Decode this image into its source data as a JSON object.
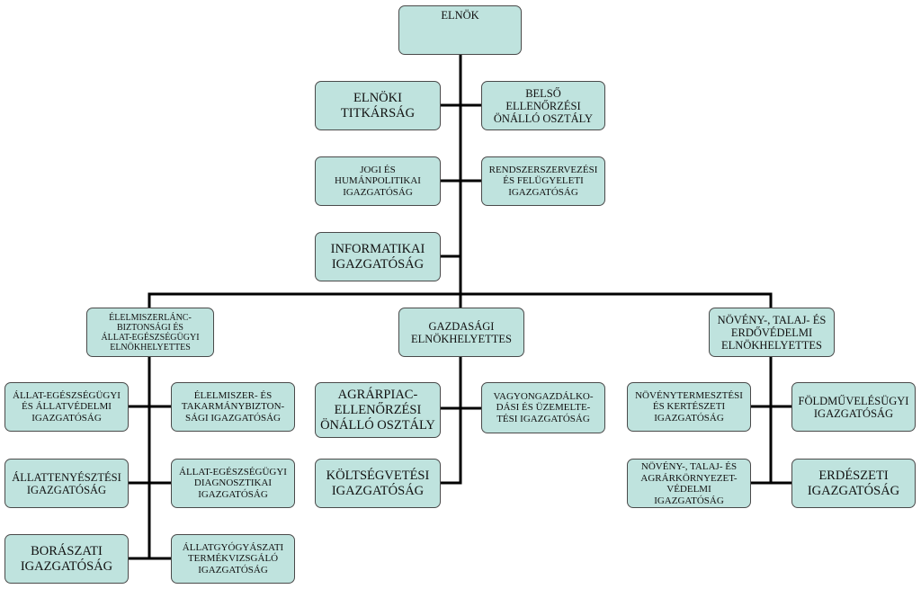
{
  "colors": {
    "box_fill": "#bfe3de",
    "box_border": "#4a4a4a",
    "line": "#000000"
  },
  "org": {
    "elnok": "ELNÖK",
    "elnoki_titkarsag": "ELNÖKI\nTITKÁRSÁG",
    "belso_ellenorzesi": "BELSŐ\nELLENŐRZÉSI\nÖNÁLLÓ OSZTÁLY",
    "jogi_humanpolitikai": "JOGI ÉS\nHUMÁNPOLITIKAI\nIGAZGATÓSÁG",
    "rendszerszervezesi": "RENDSZERSZERVEZÉSI\nÉS FELÜGYELETI\nIGAZGATÓSÁG",
    "informatikai": "INFORMATIKAI\nIGAZGATÓSÁG",
    "elelmiszerlanc_elnokhelyettes": "ÉLELMISZERLÁNC-\nBIZTONSÁGI ÉS\nÁLLAT-EGÉSZSÉGÜGYI\nELNÖKHELYETTES",
    "gazdasagi_elnokhelyettes": "GAZDASÁGI\nELNÖKHELYETTES",
    "noveny_elnokhelyettes": "NÖVÉNY-, TALAJ- ÉS\nERDŐVÉDELMI\nELNÖKHELYETTES",
    "allat_egeszsegugyi_allatvedelmi": "ÁLLAT-EGÉSZSÉGÜGYI\nÉS ÁLLATVÉDELMI\nIGAZGATÓSÁG",
    "elelmiszer_takarmany": "ÉLELMISZER- ÉS\nTAKARMÁNYBIZTON-\nSÁGI IGAZGATÓSÁG",
    "allattenyesztesi": "ÁLLATTENYÉSZTÉSI\nIGAZGATÓSÁG",
    "allat_egeszsegugyi_diagnosztikai": "ÁLLAT-EGÉSZSÉGÜGYI\nDIAGNOSZTIKAI\nIGAZGATÓSÁG",
    "boraszati": "BORÁSZATI\nIGAZGATÓSÁG",
    "allatgyogyaszati": "ÁLLATGYÓGYÁSZATI\nTERMÉKVIZSGÁLÓ\nIGAZGATÓSÁG",
    "agrarpiac": "AGRÁRPIAC-\nELLENŐRZÉSI\nÖNÁLLÓ OSZTÁLY",
    "vagyongazdalkodasi": "VAGYONGAZDÁLKO-\nDÁSI ÉS ÜZEMELTE-\nTÉSI IGAZGATÓSÁG",
    "koltsegvetesi": "KÖLTSÉGVETÉSI\nIGAZGATÓSÁG",
    "novenytermesztesi": "NÖVÉNYTERMESZTÉSI\nÉS KERTÉSZETI\nIGAZGATÓSÁG",
    "foldmuvelesugyi": "FÖLDMŰVELÉSÜGYI\nIGAZGATÓSÁG",
    "noveny_talaj_agrarkornyezet": "NÖVÉNY-, TALAJ- ÉS\nAGRÁRKÖRNYEZET-\nVÉDELMI\nIGAZGATÓSÁG",
    "erdeszeti": "ERDÉSZETI\nIGAZGATÓSÁG"
  }
}
